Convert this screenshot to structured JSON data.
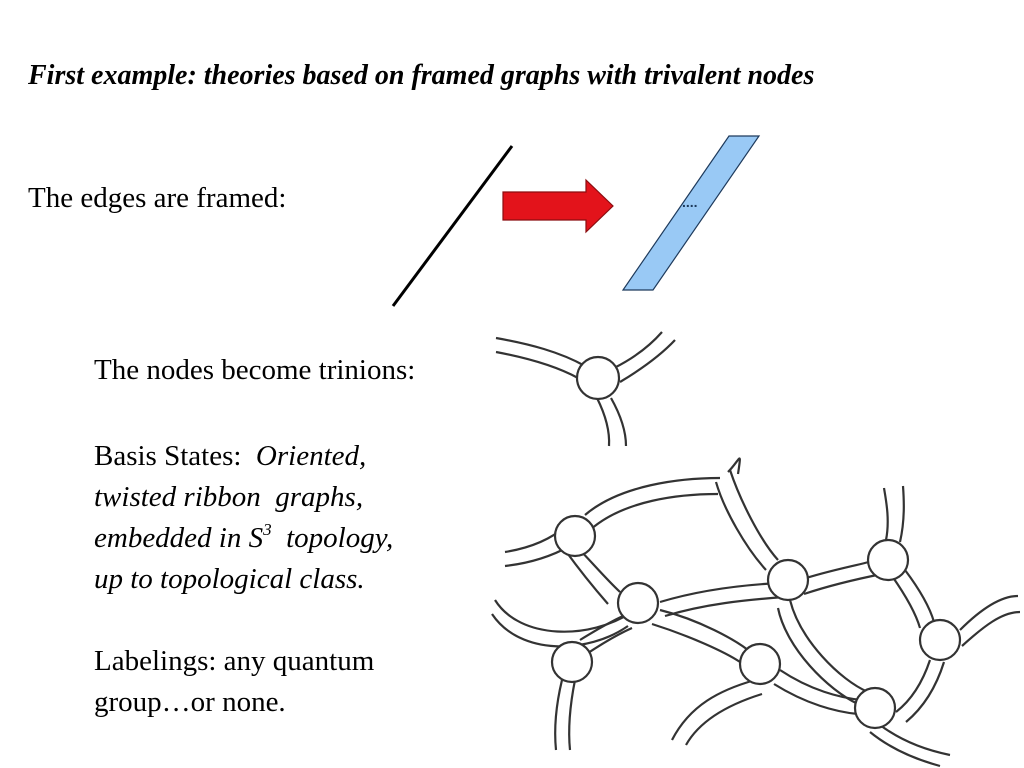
{
  "slide": {
    "title": "First example: theories based on framed graphs with trivalent nodes",
    "edges_text": "The edges are framed:",
    "ribbon_mark": "....",
    "nodes_text": "The nodes become trinions:",
    "basis": {
      "prefix": "Basis States:  ",
      "line1": "Oriented,",
      "line2": "twisted ribbon  graphs,",
      "line3_a": "embedded in S",
      "line3_sup": "3",
      "line3_b": "  topology,",
      "line4": "up to topological class."
    },
    "labelings": {
      "line1": "Labelings: any quantum",
      "line2": "group…or none."
    }
  },
  "colors": {
    "arrow": "#e3131b",
    "ribbon_fill": "#99c9f5",
    "line": "#000000"
  }
}
